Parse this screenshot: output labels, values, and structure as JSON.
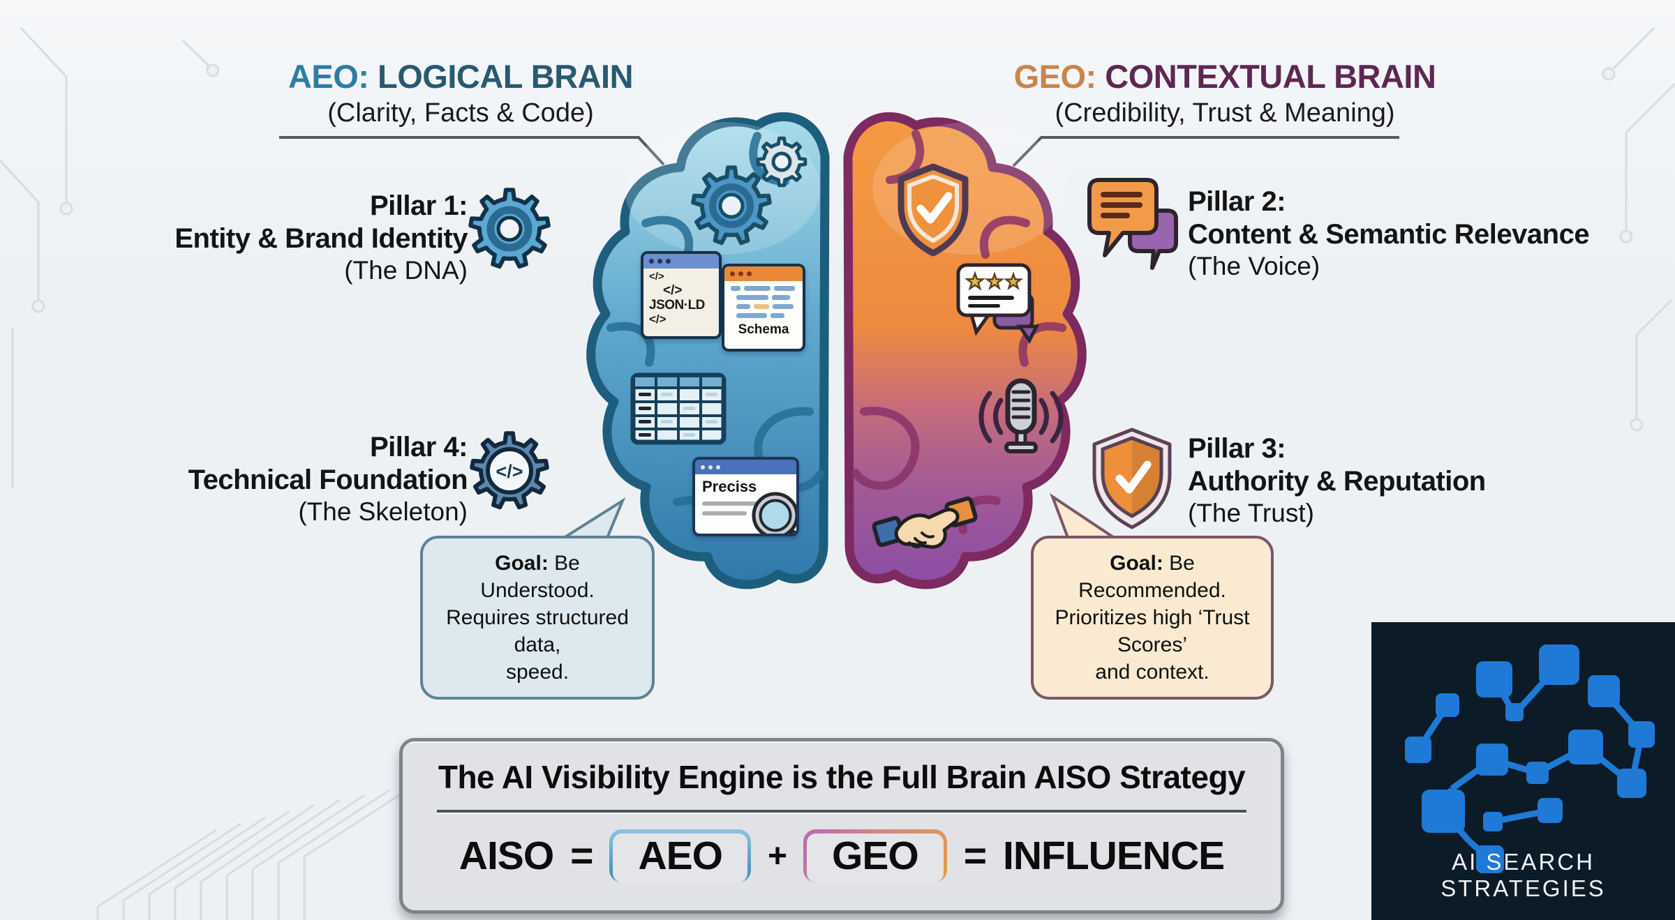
{
  "header_left": {
    "prefix": "AEO:",
    "title": "LOGICAL BRAIN",
    "subtitle": "(Clarity, Facts & Code)"
  },
  "header_right": {
    "prefix": "GEO:",
    "title": "CONTEXTUAL BRAIN",
    "subtitle": "(Credibility, Trust & Meaning)"
  },
  "pillars": {
    "p1": {
      "label": "Pillar 1:",
      "title": "Entity & Brand Identity",
      "subtitle": "(The DNA)"
    },
    "p2": {
      "label": "Pillar 2:",
      "title": "Content & Semantic Relevance",
      "subtitle": "(The Voice)"
    },
    "p3": {
      "label": "Pillar 3:",
      "title": "Authority & Reputation",
      "subtitle": "(The Trust)"
    },
    "p4": {
      "label": "Pillar 4:",
      "title": "Technical Foundation",
      "subtitle": "(The Skeleton)"
    }
  },
  "goals": {
    "left": {
      "label": "Goal:",
      "line1": " Be Understood.",
      "line2": "Requires structured data,",
      "line3": "speed."
    },
    "right": {
      "label": "Goal:",
      "line1": " Be Recommended.",
      "line2": "Prioritizes high ‘Trust Scores’",
      "line3": "and context."
    }
  },
  "brain": {
    "json_window": {
      "line1": "</>",
      "line2": "</>",
      "line3": "JSON·LD",
      "line4": "</>"
    },
    "schema_label": "Schema",
    "preciss_label": "Preciss",
    "code_glyph": "</>"
  },
  "footer": {
    "title": "The AI Visibility Engine is the Full Brain AISO Strategy",
    "formula": {
      "lhs": "AISO",
      "eq": "=",
      "aeo": "AEO",
      "plus": "+",
      "geo": "GEO",
      "eq2": "=",
      "result": "INFLUENCE"
    }
  },
  "logo": {
    "name": "AI SEARCH STRATEGIES"
  },
  "colors": {
    "aeo_teal": "#2c7da4",
    "aeo_dark": "#27596f",
    "geo_orange": "#c8854a",
    "geo_purple": "#5e2752",
    "left_brain_outline": "#1d5e7d",
    "right_brain_outline": "#7c2a60",
    "logo_blue": "#1e7ad6",
    "logo_bg": "#0c1b28"
  }
}
